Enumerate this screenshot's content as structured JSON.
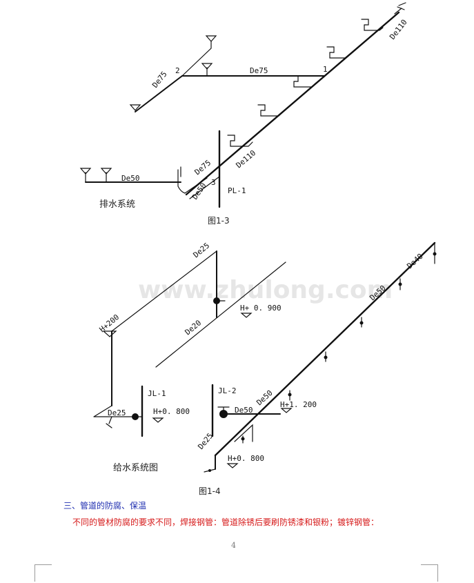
{
  "figure1": {
    "caption": "图1-3",
    "system_title": "排水系统",
    "labels": {
      "de110_top": "De110",
      "de75_left": "De75",
      "de75_mid": "De75",
      "node2": "2",
      "node1": "1",
      "de110_low": "De110",
      "de75_low": "De75",
      "de50_left": "De50",
      "de50_low": "De50",
      "node3": "3",
      "pl1": "PL-1"
    }
  },
  "figure2": {
    "caption": "图1-4",
    "system_title": "给水系统图",
    "watermark": "www.zhulong.com",
    "labels": {
      "de25_top": "De25",
      "h200": "H+200",
      "h0900": "H+ 0. 900",
      "de20": "De20",
      "de40": "De40",
      "de50_diag": "De50",
      "jl1": "JL-1",
      "jl2": "JL-2",
      "de50_jl2": "De50",
      "de25_jl1": "De25",
      "h0800_jl1": "H+0. 800",
      "h1200": "H+1. 200",
      "de50_h": "De50",
      "de25_low": "De25",
      "h0800_low": "H+0. 800"
    }
  },
  "section": {
    "heading": "三、管道的防腐、保温",
    "body": "不同的管材防腐的要求不同，焊接钢管：管道除锈后要刷防锈漆和银粉；镀锌钢管："
  },
  "page_number": "4",
  "colors": {
    "heading": "#1f2eb0",
    "body": "#d61a1a"
  }
}
